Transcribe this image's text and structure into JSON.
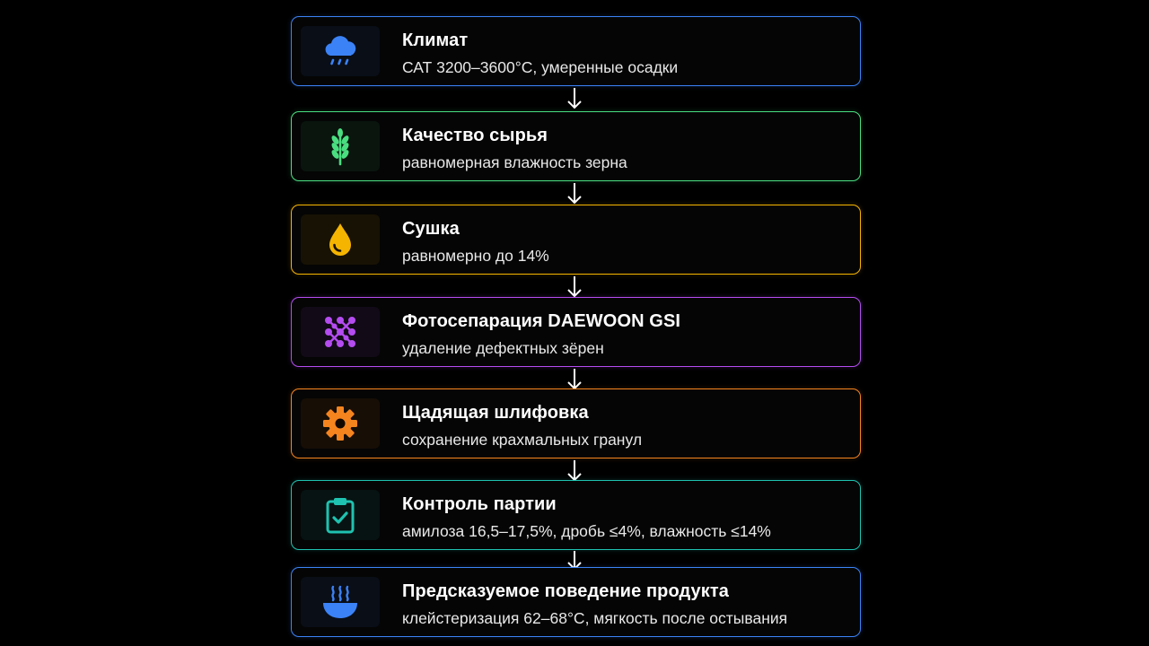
{
  "steps": [
    {
      "title": "Климат",
      "description": "САТ 3200–3600°С, умеренные осадки",
      "icon": "cloud-rain-icon",
      "color": "#3b82f6"
    },
    {
      "title": "Качество сырья",
      "description": "равномерная влажность зерна",
      "icon": "wheat-icon",
      "color": "#4ade80"
    },
    {
      "title": "Сушка",
      "description": "равномерно до 14%",
      "icon": "drop-icon",
      "color": "#f5b400"
    },
    {
      "title": "Фотосепарация DAEWOON GSI",
      "description": "удаление дефектных зёрен",
      "icon": "dot-matrix-icon",
      "color": "#b44cf0"
    },
    {
      "title": "Щадящая шлифовка",
      "description": "сохранение крахмальных гранул",
      "icon": "gear-icon",
      "color": "#f5841f"
    },
    {
      "title": "Контроль партии",
      "description": "амилоза 16,5–17,5%, дробь ≤4%, влажность ≤14%",
      "icon": "clipboard-check-icon",
      "color": "#1fc2b0"
    },
    {
      "title": "Предсказуемое поведение продукта",
      "description": "клейстеризация 62–68°С, мягкость после остывания",
      "icon": "steaming-bowl-icon",
      "color": "#3b82f6"
    }
  ]
}
